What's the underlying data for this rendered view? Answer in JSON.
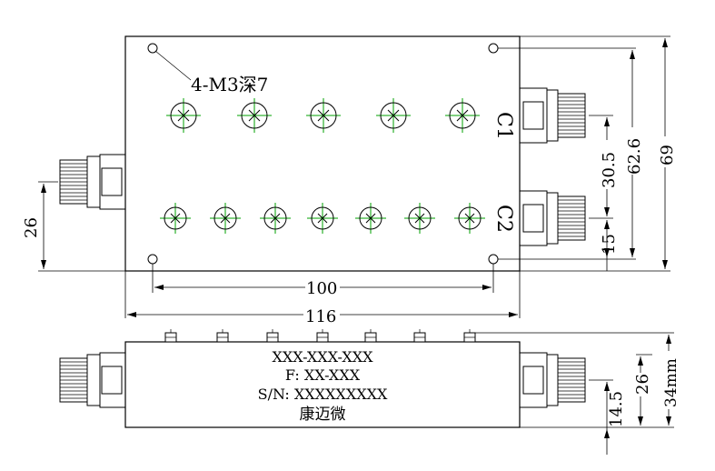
{
  "labels": {
    "mount_holes": "4-M3深7",
    "port1": "C1",
    "port2": "C2",
    "model": "XXX-XXX-XXX",
    "frequency": "F: XX-XXX",
    "serial": "S/N: XXXXXXXXX",
    "brand": "康迈微"
  },
  "dimensions": {
    "hole_spacing_width": "100",
    "total_width": "116",
    "input_port_height": "26",
    "port_c1_height": "30.5",
    "hole_spacing_height": "62.6",
    "total_height": "69",
    "port_c2_height": "15",
    "side_port_height": "14.5",
    "side_connector_height": "26",
    "side_total_height": "34mm"
  }
}
